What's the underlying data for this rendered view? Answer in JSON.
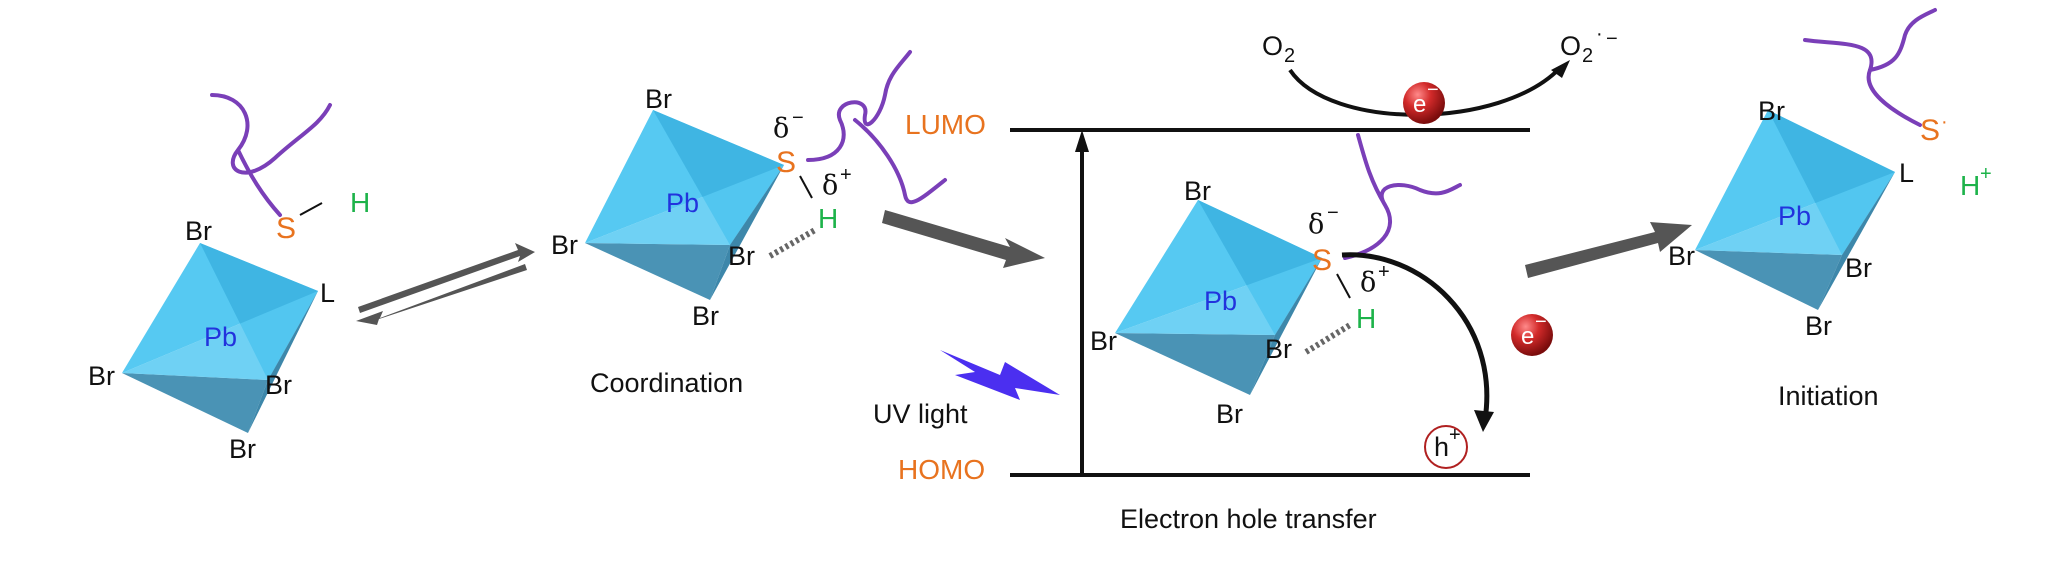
{
  "labels": {
    "coordination": "Coordination",
    "electron_hole_transfer": "Electron hole transfer",
    "initiation": "Initiation",
    "uv_light": "UV light",
    "lumo": "LUMO",
    "homo": "HOMO"
  },
  "atoms": {
    "br": "Br",
    "pb": "Pb",
    "s": "S",
    "h": "H",
    "l": "L",
    "delta": "δ",
    "plus": "+",
    "minus": "−",
    "o": "O",
    "two": "2",
    "e": "e",
    "h_hole": "h"
  },
  "colors": {
    "octahedron_light": "#56c9f2",
    "octahedron_dark": "#4a93b5",
    "ligand_chain": "#7a3fb8",
    "sulfur": "#e8731f",
    "hydrogen": "#1db34a",
    "lead": "#2233dd",
    "uv_bolt": "#4b2ff0",
    "electron": "#cc2222",
    "arrow_gray": "#555555"
  },
  "icons": {
    "uv": "lightning-bolt-icon",
    "electron": "electron-ball-icon",
    "hole": "hole-circle-icon"
  }
}
